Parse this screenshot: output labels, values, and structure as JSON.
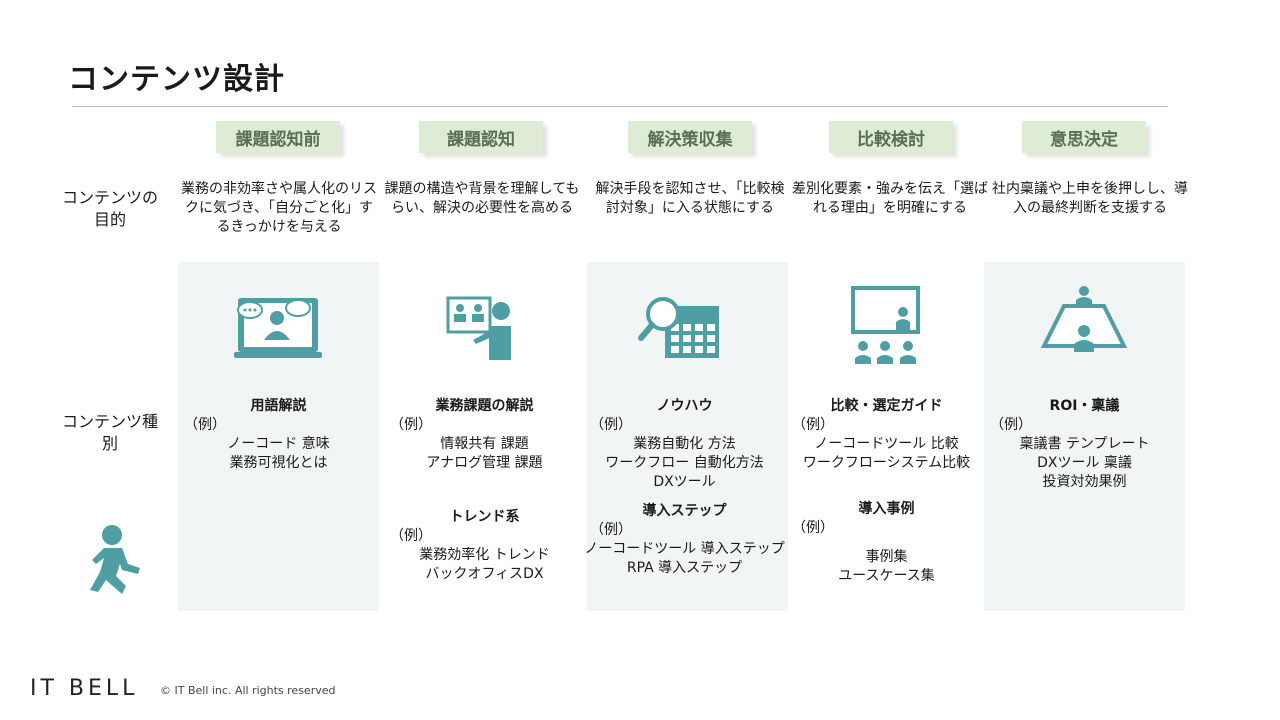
{
  "title": "コンテンツ設計",
  "row_labels": {
    "purpose": "コンテンツの目的",
    "types": "コンテンツ種別"
  },
  "stages": [
    {
      "label": "課題認知前",
      "purpose": "業務の非効率さや属人化のリスクに気づき、「自分ごと化」するきっかけを与える",
      "blocks": [
        {
          "heading": "用語解説",
          "example": "（例）",
          "items": [
            "ノーコード 意味",
            "業務可視化とは"
          ]
        }
      ]
    },
    {
      "label": "課題認知",
      "purpose": "課題の構造や背景を理解してもらい、解決の必要性を高める",
      "blocks": [
        {
          "heading": "業務課題の解説",
          "example": "（例）",
          "items": [
            "情報共有 課題",
            "アナログ管理 課題"
          ]
        },
        {
          "heading": "トレンド系",
          "example": "（例）",
          "items": [
            "業務効率化 トレンド",
            "バックオフィスDX"
          ]
        }
      ]
    },
    {
      "label": "解決策収集",
      "purpose": "解決手段を認知させ、「比較検討対象」に入る状態にする",
      "blocks": [
        {
          "heading": "ノウハウ",
          "example": "（例）",
          "items": [
            "業務自動化 方法",
            "ワークフロー 自動化方法",
            "DXツール"
          ]
        },
        {
          "heading": "導入ステップ",
          "example": "（例）",
          "items": [
            "ノーコードツール 導入ステップ",
            "RPA 導入ステップ"
          ]
        }
      ]
    },
    {
      "label": "比較検討",
      "purpose": "差別化要素・強みを伝え「選ばれる理由」を明確にする",
      "blocks": [
        {
          "heading": "比較・選定ガイド",
          "example": "（例）",
          "items": [
            "ノーコードツール 比較",
            "ワークフローシステム比較"
          ]
        },
        {
          "heading": "導入事例",
          "example": "（例）",
          "items": [
            "事例集",
            "ユースケース集"
          ]
        }
      ]
    },
    {
      "label": "意思決定",
      "purpose": "社内稟議や上申を後押しし、導入の最終判断を支援する",
      "blocks": [
        {
          "heading": "ROI・稟議",
          "example": "（例）",
          "items": [
            "稟議書 テンプレート",
            "DXツール 稟議",
            "投資対効果例"
          ]
        }
      ]
    }
  ],
  "footer": {
    "logo": "IT BELL",
    "copyright": "© IT Bell inc. All rights reserved"
  },
  "colors": {
    "icon": "#4f9ea3",
    "stage_bg": "#dfecd5",
    "column_bg": "#f2f5f5"
  }
}
